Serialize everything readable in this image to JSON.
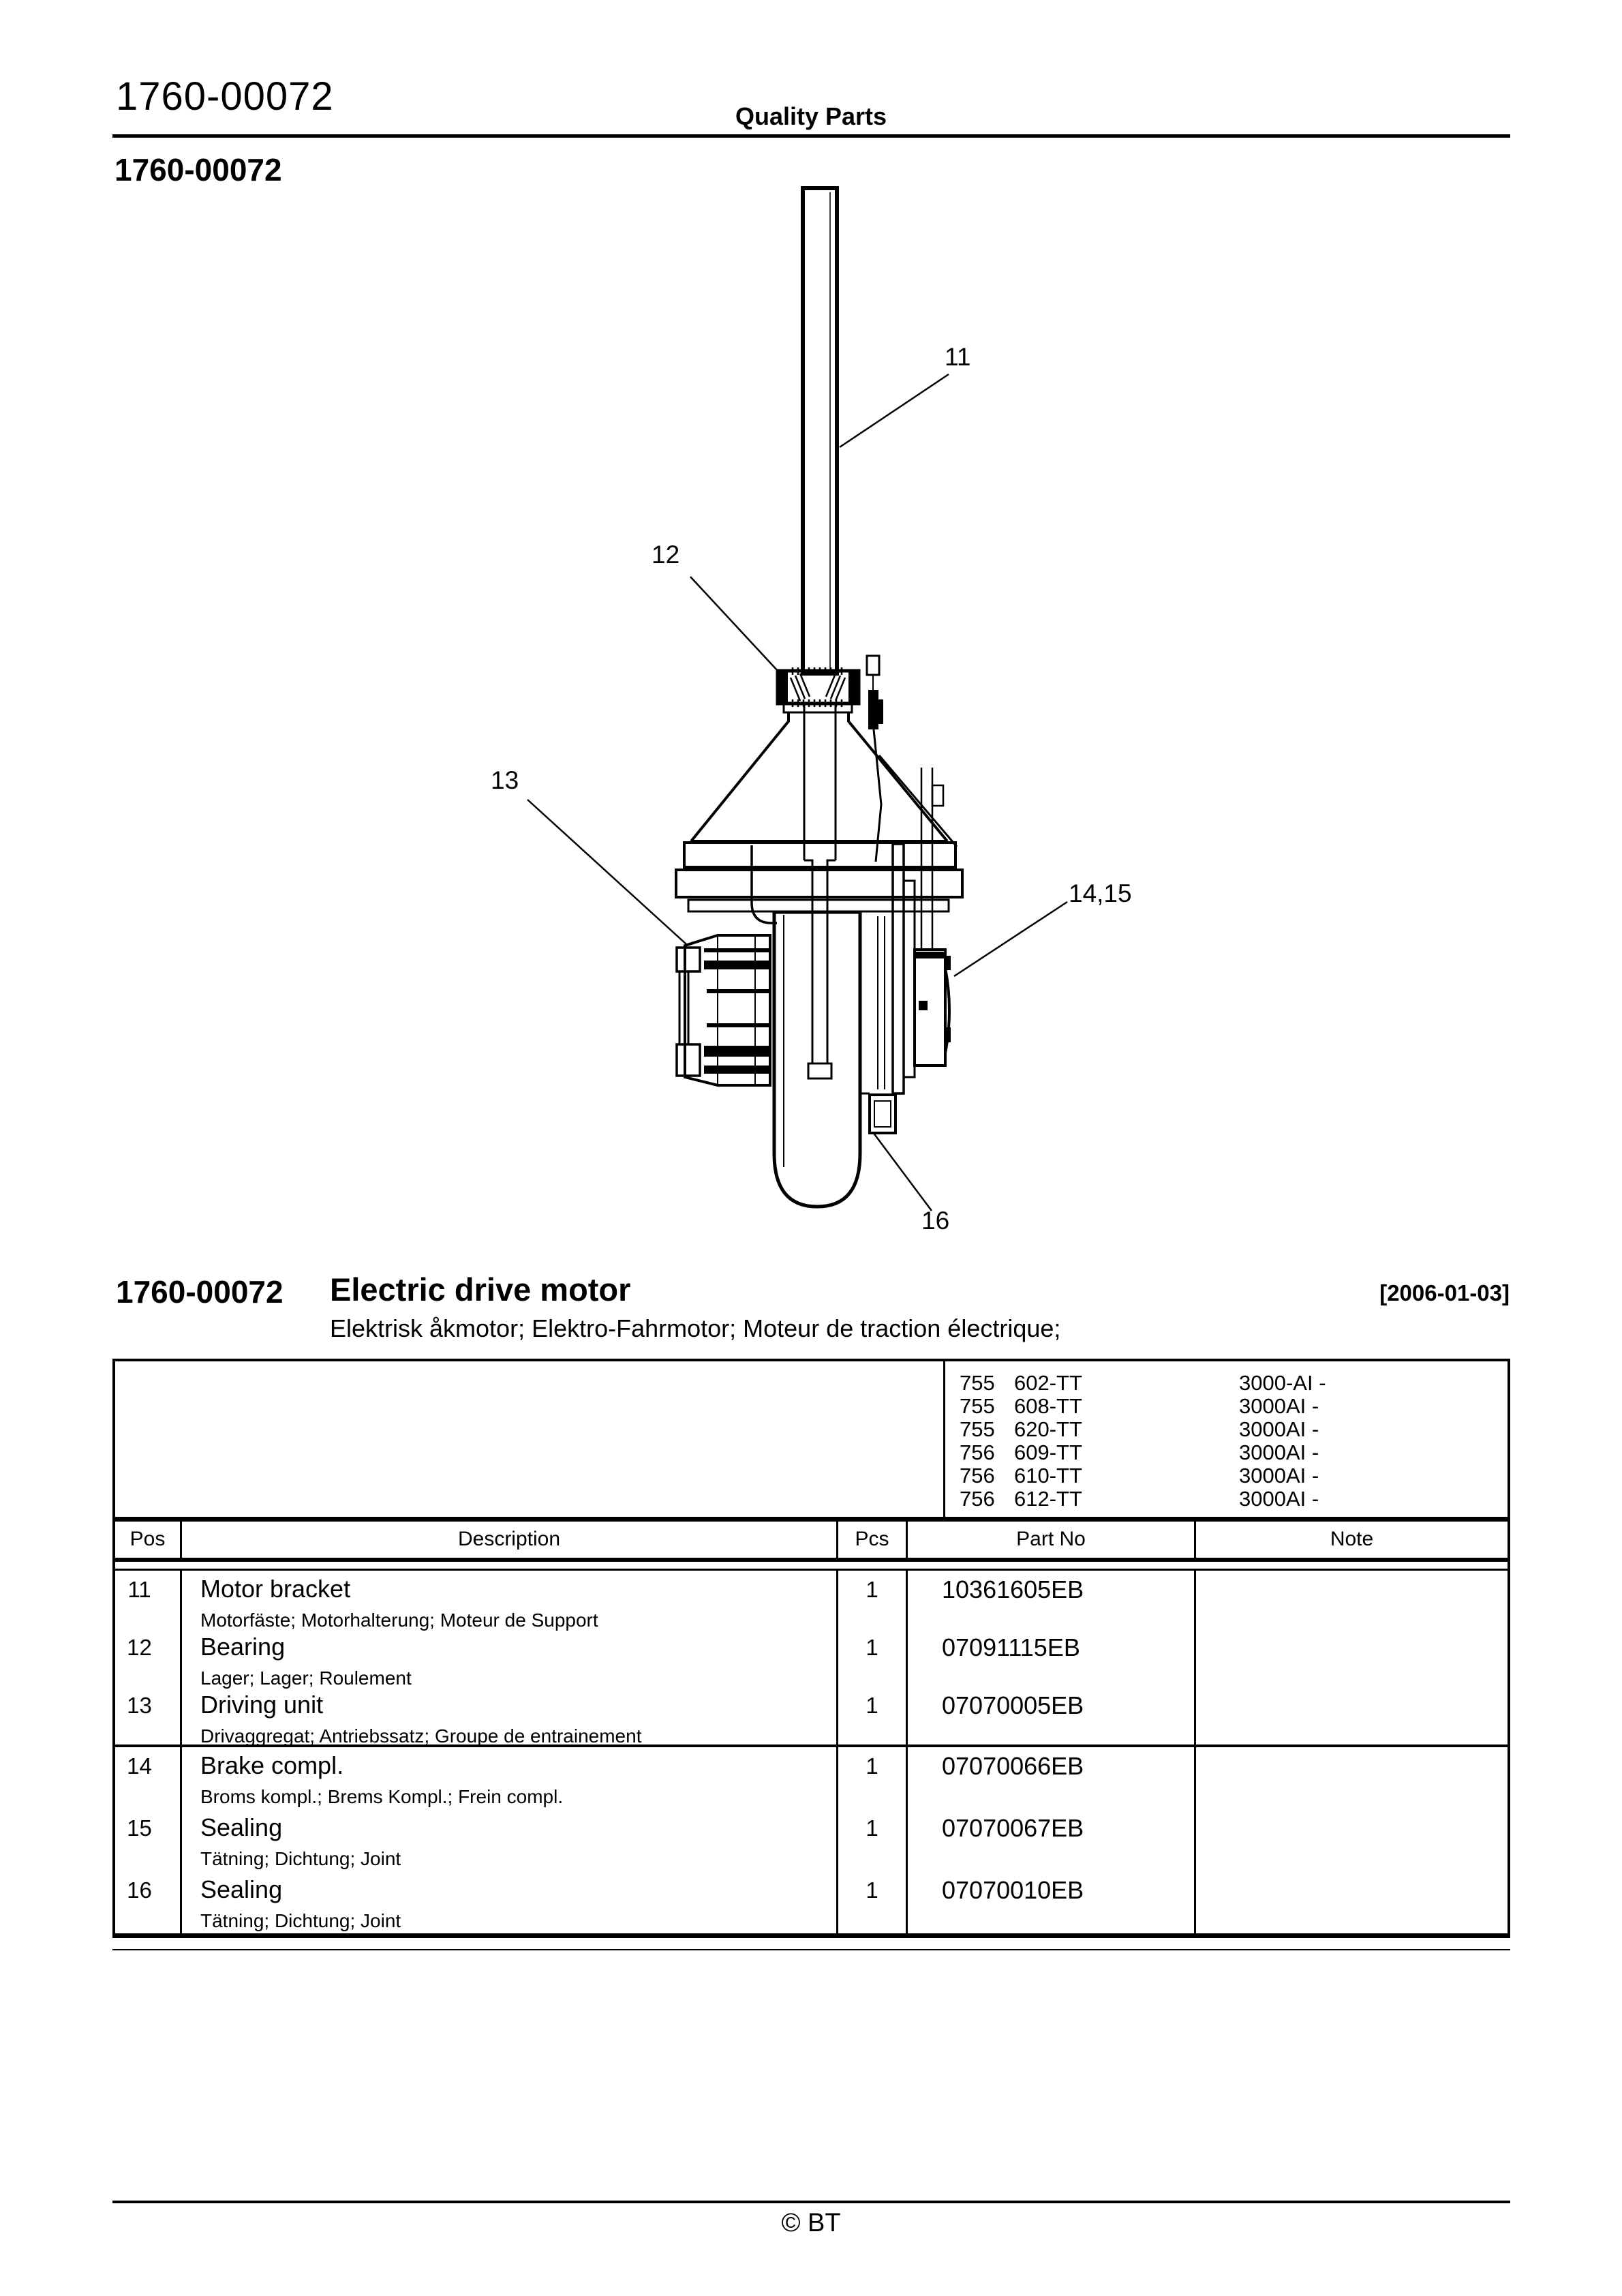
{
  "header": {
    "doc_number": "1760-00072",
    "center_title": "Quality Parts",
    "doc_number_bold": "1760-00072"
  },
  "figure": {
    "callouts": [
      {
        "label": "11"
      },
      {
        "label": "12"
      },
      {
        "label": "13"
      },
      {
        "label": "14,15"
      },
      {
        "label": "16"
      }
    ]
  },
  "title": {
    "number": "1760-00072",
    "name": "Electric drive motor",
    "date": "[2006-01-03]",
    "subtitle": "Elektrisk åkmotor; Elektro-Fahrmotor; Moteur de traction électrique;"
  },
  "serials": {
    "rows": [
      {
        "model": "755",
        "type": "602-TT",
        "series": "3000-AI -"
      },
      {
        "model": "755",
        "type": "608-TT",
        "series": "3000AI -"
      },
      {
        "model": "755",
        "type": "620-TT",
        "series": "3000AI -"
      },
      {
        "model": "756",
        "type": "609-TT",
        "series": "3000AI -"
      },
      {
        "model": "756",
        "type": "610-TT",
        "series": "3000AI -"
      },
      {
        "model": "756",
        "type": "612-TT",
        "series": "3000AI -"
      }
    ]
  },
  "parts_table": {
    "headers": {
      "pos": "Pos",
      "description": "Description",
      "pcs": "Pcs",
      "part_no": "Part No",
      "note": "Note"
    },
    "rows": [
      {
        "pos": "11",
        "description": "Motor bracket",
        "sub": "Motorfäste; Motorhalterung; Moteur de Support",
        "pcs": "1",
        "part_no": "10361605EB",
        "note": ""
      },
      {
        "pos": "12",
        "description": "Bearing",
        "sub": "Lager; Lager; Roulement",
        "pcs": "1",
        "part_no": "07091115EB",
        "note": ""
      },
      {
        "pos": "13",
        "description": "Driving unit",
        "sub": "Drivaggregat; Antriebssatz; Groupe de entrainement",
        "pcs": "1",
        "part_no": "07070005EB",
        "note": ""
      },
      {
        "pos": "14",
        "description": "Brake compl.",
        "sub": "Broms kompl.; Brems Kompl.; Frein compl.",
        "pcs": "1",
        "part_no": "07070066EB",
        "note": ""
      },
      {
        "pos": "15",
        "description": "Sealing",
        "sub": "Tätning; Dichtung; Joint",
        "pcs": "1",
        "part_no": "07070067EB",
        "note": ""
      },
      {
        "pos": "16",
        "description": "Sealing",
        "sub": "Tätning; Dichtung; Joint",
        "pcs": "1",
        "part_no": "07070010EB",
        "note": ""
      }
    ]
  },
  "footer": {
    "copyright": "© BT"
  }
}
